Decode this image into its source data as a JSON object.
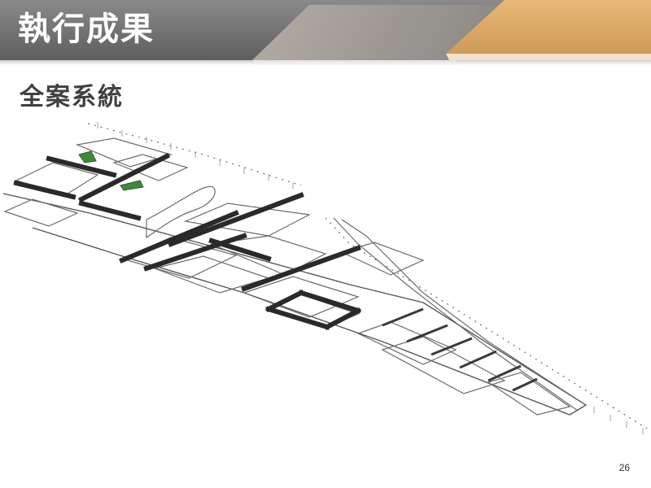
{
  "slide": {
    "title": "執行成果",
    "subtitle": "全案系統",
    "page_number": "26"
  },
  "colors": {
    "header_gray_dark": "#6e6e6e",
    "header_gray_light": "#a9a9a9",
    "header_accent": "#d9a35c",
    "accent_light": "#e6b97a",
    "title_text": "#ffffff",
    "subtitle_text": "#404040",
    "road_dark": "#2a2a2a",
    "green_area": "#3e8a3a"
  },
  "drawing": {
    "icon": "isometric-pipe-network-drawing"
  }
}
